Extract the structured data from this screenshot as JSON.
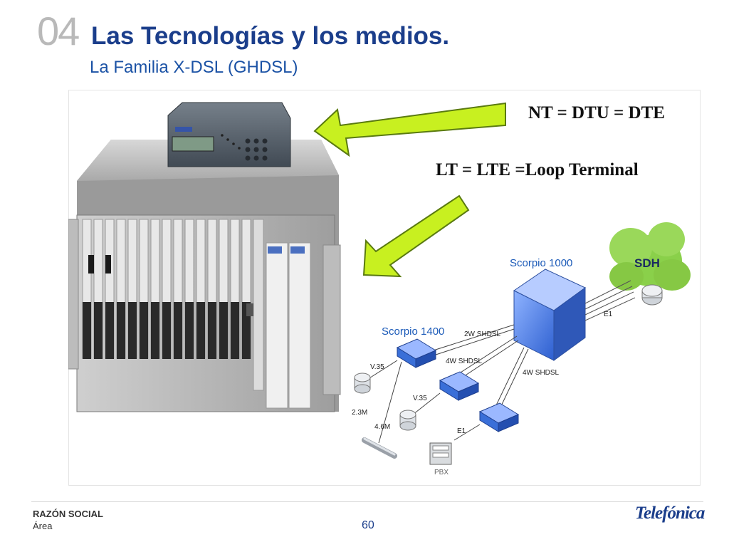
{
  "header": {
    "section_number": "04",
    "title": "Las Tecnologías y los medios.",
    "subtitle": "La Familia X-DSL (GHDSL)"
  },
  "figure": {
    "labels": {
      "nt": "NT = DTU = DTE",
      "lt": "LT = LTE =Loop Terminal",
      "scorpio1000": "Scorpio 1000",
      "scorpio1400": "Scorpio 1400",
      "sdh": "SDH",
      "link_2w": "2W SHDSL",
      "link_4w_a": "4W SHDSL",
      "link_4w_b": "4W SHDSL",
      "e1_top": "E1",
      "e1_bottom": "E1",
      "v35_a": "V.35",
      "v35_b": "V.35",
      "rate_23": "2.3M",
      "rate_46": "4.6M",
      "pbx": "PBX"
    },
    "colors": {
      "arrow": "#c8f020",
      "arrow_border": "#5a7a10",
      "device_blue": "#3a6fd8",
      "cloud": "#8ad04a"
    }
  },
  "footer": {
    "company": "RAZÓN SOCIAL",
    "area": "Área",
    "page": "60",
    "logo": "Telefónica"
  }
}
